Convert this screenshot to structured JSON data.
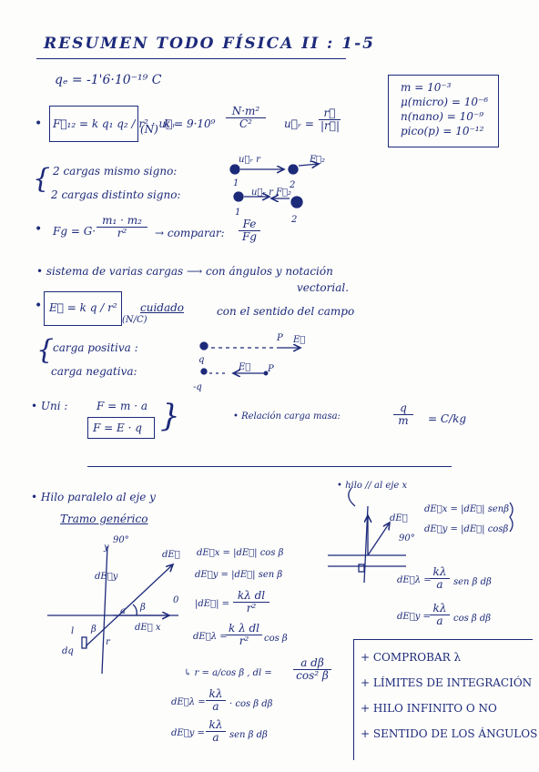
{
  "title": "RESUMEN TODO FÍSICA II : 1-5",
  "charge": "qₑ = -1'6·10⁻¹⁹ C",
  "prefixes": [
    "m = 10⁻³",
    "μ(micro) = 10⁻⁶",
    "n(nano) = 10⁻⁹",
    "pico(p) = 10⁻¹²"
  ],
  "coulomb": {
    "formula": "F⃗₁₂ = k q₁ q₂ / r² · u⃗ᵣ",
    "unit": "(N)",
    "k": "k = 9·10⁹",
    "k_num": "N·m²",
    "k_den": "C²",
    "ur": "u⃗ᵣ =",
    "ur_num": "r⃗",
    "ur_den": "|r⃗|"
  },
  "same_sign": "2 cargas mismo signo:",
  "diff_sign": "2 cargas distinto signo:",
  "lbl_ur_r": "u⃗ᵣ  r",
  "lbl_f2": "F⃗₂",
  "lbl_ur_f2": "u⃗ᵣ r F⃗₂",
  "lbl_1": "1",
  "lbl_2": "2",
  "gravity": {
    "lhs": "Fg = G·",
    "num": "m₁ · m₂",
    "den": "r²",
    "compare": "→ comparar:",
    "c_num": "Fe",
    "c_den": "Fg"
  },
  "system": "• sistema de varias cargas ⟶ con ángulos y notación",
  "system2": "vectorial.",
  "efield": {
    "formula": "E⃗ = k q / r²",
    "unit": "(N/C)",
    "careful": "cuidado",
    "careful_rest": "con el sentido del campo"
  },
  "positive": "carga positiva :",
  "negative": "carga negativa:",
  "lbl_q": "q",
  "lbl_mq": "-q",
  "lbl_p": "P",
  "lbl_e": "E⃗",
  "units_head": "• Uni :",
  "f_ma": "F = m · a",
  "f_eq": "F = E · q",
  "ratio": "• Relación carga masa:",
  "ratio_num": "q",
  "ratio_den": "m",
  "ratio_unit": "= C/kg",
  "wire1": {
    "title": "• Hilo paralelo al eje y",
    "subtitle": "Tramo genérico",
    "dex": "dE⃗x = |dE⃗| cos β",
    "dey": "dE⃗y = |dE⃗| sen β",
    "mag": "|dE⃗| =",
    "mag_num": "kλ dl",
    "mag_den": "r²",
    "del": "dE⃗λ =",
    "del_num": "k λ dl",
    "del_den": "r²",
    "del_tail": "cos β",
    "sub": "↳ r = a/cos β , dl =",
    "sub_num": "a dβ",
    "sub_den": "cos² β",
    "dex2": "dE⃗λ =",
    "dex2_num": "kλ",
    "dex2_den": "a",
    "dex2_tail": "· cos β dβ",
    "dey2": "dE⃗y =",
    "dey2_num": "kλ",
    "dey2_den": "a",
    "dey2_tail": "sen β dβ",
    "lbl_y": "y",
    "lbl_90": "90°",
    "lbl_de": "dE⃗",
    "lbl_dey": "dE⃗y",
    "lbl_dex": "dE⃗ x",
    "lbl_a": "a",
    "lbl_beta": "β",
    "lbl_l": "l",
    "lbl_dq": "dq",
    "lbl_r": "r",
    "lbl_0": "0"
  },
  "wire2": {
    "title": "• hilo // al eje x",
    "dex": "dE⃗x = |dE⃗| senβ",
    "dey": "dE⃗y = |dE⃗| cosβ",
    "del": "dE⃗λ =",
    "del_num": "kλ",
    "del_den": "a",
    "del_tail": "sen β dβ",
    "dey2": "dE⃗y =",
    "dey2_num": "kλ",
    "dey2_den": "a",
    "dey2_tail": "cos β dβ",
    "lbl_90": "90°",
    "lbl_de": "dE⃗"
  },
  "checklist": [
    "+ COMPROBAR λ",
    "+ LÍMITES DE INTEGRACIÓN",
    "+ HILO INFINITO O NO",
    "+ SENTIDO DE LOS ÁNGULOS"
  ]
}
